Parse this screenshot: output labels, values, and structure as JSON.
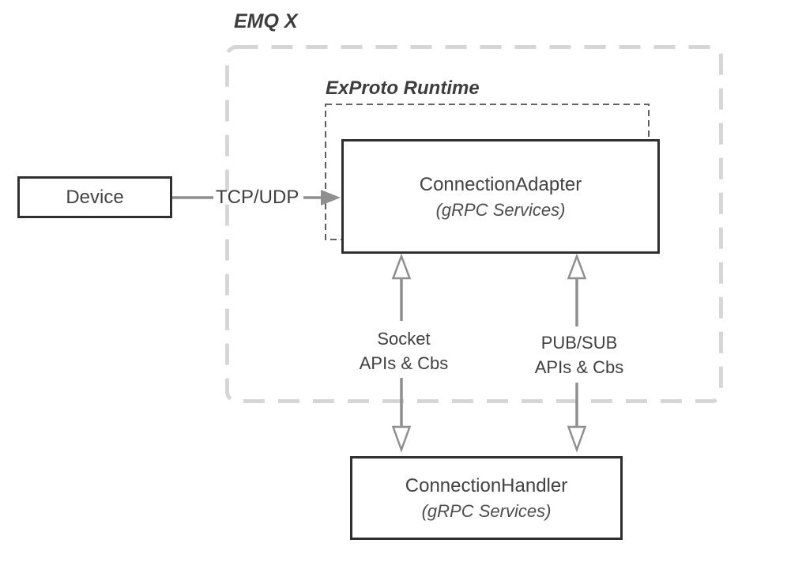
{
  "diagram": {
    "title": "EMQ X",
    "runtime_label": "ExProto Runtime",
    "nodes": {
      "device": {
        "label": "Device"
      },
      "adapter": {
        "title": "ConnectionAdapter",
        "subtitle": "(gRPC Services)"
      },
      "handler": {
        "title": "ConnectionHandler",
        "subtitle": "(gRPC Services)"
      }
    },
    "edges": {
      "tcp": {
        "label": "TCP/UDP"
      },
      "socket": {
        "label_line1": "Socket",
        "label_line2": "APIs & Cbs"
      },
      "pubsub": {
        "label_line1": "PUB/SUB",
        "label_line2": "APIs & Cbs"
      }
    },
    "colors": {
      "background": "#ffffff",
      "box_border": "#2f2f2f",
      "text": "#3f3f3f",
      "arrow_gray": "#8f8f8f",
      "outer_dash_gray": "#d6d6d6",
      "inner_dash_gray": "#4d4d4d"
    }
  }
}
